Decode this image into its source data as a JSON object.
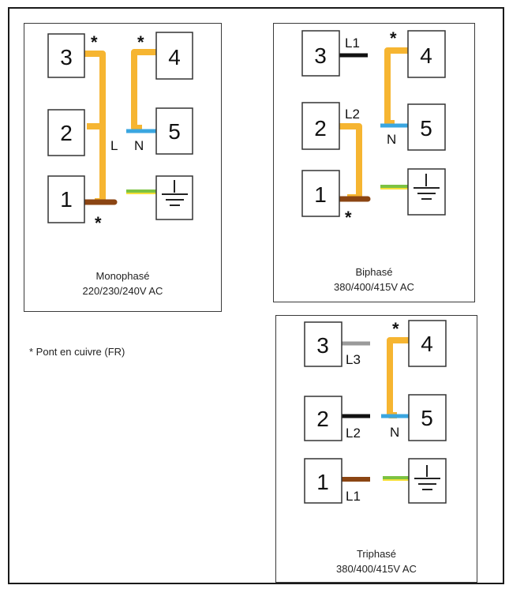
{
  "footnote": "* Pont en cuivre (FR)",
  "colors": {
    "bridge": "#f6b531",
    "live": "#8b4513",
    "neutral": "#3aa6e0",
    "earth": "#7cc242",
    "phase_black": "#111111",
    "phase_grey": "#9a9a9a"
  },
  "panels": {
    "mono": {
      "title": "Monophasé",
      "voltage": "220/230/240V AC",
      "terminals": [
        "3",
        "4",
        "2",
        "5",
        "1"
      ],
      "labels": {
        "live": "L",
        "neutral": "N"
      },
      "earth_icon": "ground-icon"
    },
    "bi": {
      "title": "Biphasé",
      "voltage": "380/400/415V AC",
      "terminals": [
        "3",
        "4",
        "2",
        "5",
        "1"
      ],
      "labels": {
        "l1": "L1",
        "l2": "L2",
        "neutral": "N"
      },
      "earth_icon": "ground-icon"
    },
    "tri": {
      "title": "Triphasé",
      "voltage": "380/400/415V AC",
      "terminals": [
        "3",
        "4",
        "2",
        "5",
        "1"
      ],
      "labels": {
        "l3": "L3",
        "l2": "L2",
        "l1": "L1",
        "neutral": "N"
      },
      "earth_icon": "ground-icon"
    }
  },
  "bridge_marker": "*"
}
